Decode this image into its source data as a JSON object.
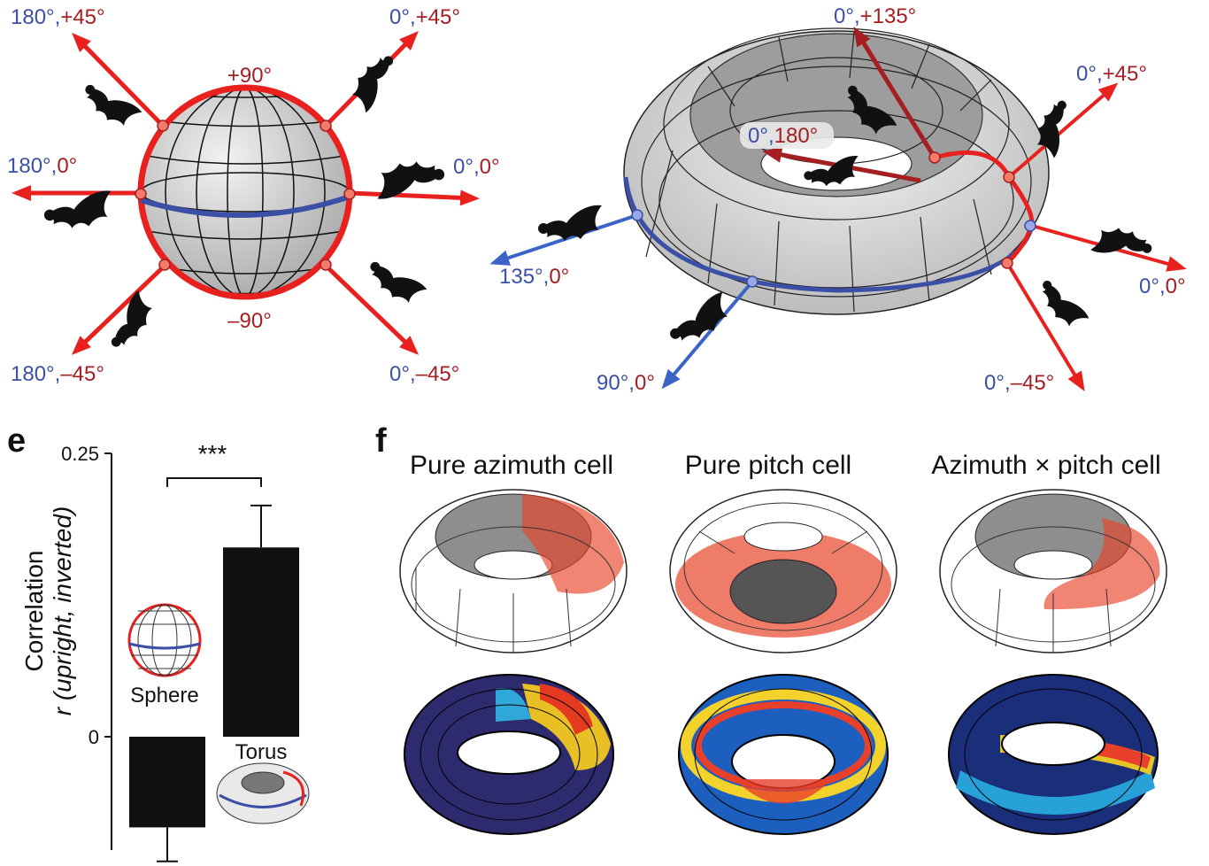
{
  "top_left_sphere": {
    "pole_top": "+90°",
    "pole_bottom": "–90°",
    "labels": [
      {
        "az": "180°,",
        "pitch": "+45°"
      },
      {
        "az": "0°,",
        "pitch": "+45°"
      },
      {
        "az": "180°,",
        "pitch": "0°"
      },
      {
        "az": "0°,",
        "pitch": "0°"
      },
      {
        "az": "180°,",
        "pitch": "–45°"
      },
      {
        "az": "0°,",
        "pitch": "–45°"
      }
    ]
  },
  "top_right_torus": {
    "labels": [
      {
        "az": "0°,",
        "pitch": "+135°"
      },
      {
        "az": "0°,",
        "pitch": "+45°"
      },
      {
        "az": "0°,",
        "pitch": "180°"
      },
      {
        "az": "135°,",
        "pitch": "0°"
      },
      {
        "az": "0°,",
        "pitch": "0°"
      },
      {
        "az": "90°,",
        "pitch": "0°"
      },
      {
        "az": "0°,",
        "pitch": "–45°"
      }
    ]
  },
  "panel_e": {
    "letter": "e",
    "ylabel_line1": "Correlation",
    "ylabel_line2": "r (upright, inverted)",
    "significance": "***",
    "inset_sphere_label": "Sphere",
    "inset_torus_label": "Torus",
    "chart_data": {
      "type": "bar",
      "categories": [
        "Sphere",
        "Torus"
      ],
      "values": [
        -0.08,
        0.167
      ],
      "errors": [
        0.03,
        0.037
      ],
      "ylim": [
        -0.1,
        0.25
      ],
      "yticks": [
        "0",
        "0.25"
      ],
      "ylabel": "Correlation r (upright, inverted)",
      "annotation": "***"
    }
  },
  "panel_f": {
    "letter": "f",
    "titles": [
      "Pure azimuth cell",
      "Pure pitch cell",
      "Azimuth × pitch cell"
    ]
  },
  "colors": {
    "azimuth_blue": "#3b4fa6",
    "pitch_red": "#a41e22",
    "arrow_red": "#e8211f",
    "bar_black": "#111111"
  }
}
